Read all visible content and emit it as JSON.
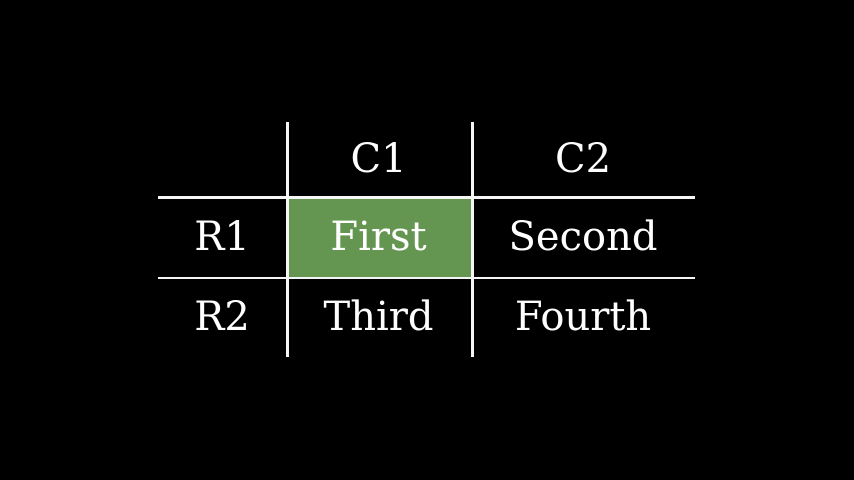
{
  "slide": {
    "background_color": "#000000"
  },
  "table": {
    "text_color": "#ffffff",
    "line_color": "#f5f5f5",
    "highlight_color": "#649652",
    "columns": [
      "",
      "C1",
      "C2"
    ],
    "rows": [
      {
        "label": "R1",
        "cells": [
          {
            "text": "First",
            "highlighted": true
          },
          {
            "text": "Second",
            "highlighted": false
          }
        ]
      },
      {
        "label": "R2",
        "cells": [
          {
            "text": "Third",
            "highlighted": false
          },
          {
            "text": "Fourth",
            "highlighted": false
          }
        ]
      }
    ]
  }
}
